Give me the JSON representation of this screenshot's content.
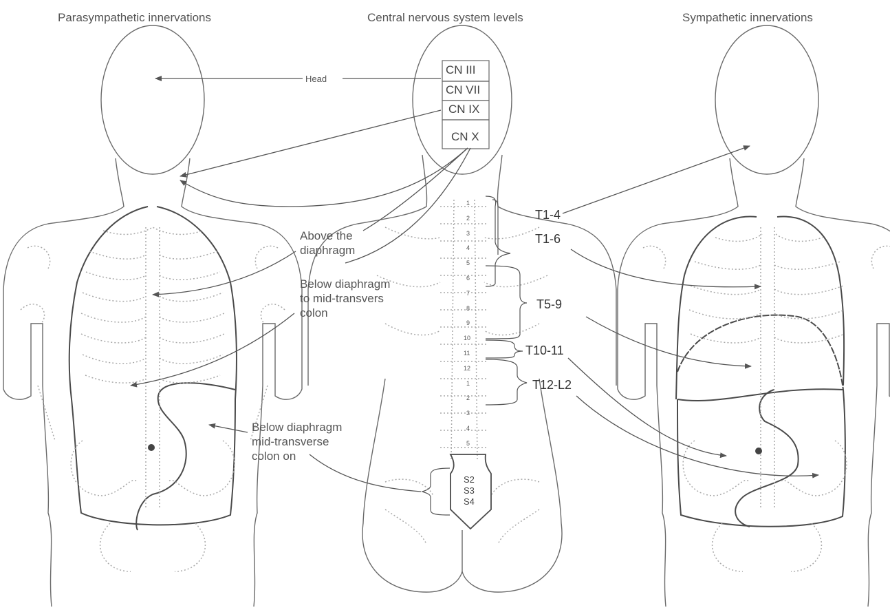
{
  "titles": {
    "left": "Parasympathetic innervations",
    "center": "Central nervous system levels",
    "right": "Sympathetic innervations"
  },
  "cranial_nerves": [
    "CN III",
    "CN VII",
    "CN IX",
    "CN X"
  ],
  "sacral_levels": [
    "S2",
    "S3",
    "S4"
  ],
  "vertebra_numbers": [
    "1",
    "2",
    "3",
    "4",
    "5",
    "6",
    "7",
    "8",
    "9",
    "10",
    "11",
    "12",
    "1",
    "2",
    "3",
    "4",
    "5"
  ],
  "parasympathetic_labels": {
    "head": "Head",
    "above_diaphragm": "Above the\ndiaphragm",
    "below_to_mid": "Below diaphragm\nto mid-transvers\ncolon",
    "below_mid_on": "Below diaphragm\nmid-transverse\ncolon on"
  },
  "sympathetic_labels": {
    "t1_4": "T1-4",
    "t1_6": "T1-6",
    "t5_9": "T5-9",
    "t10_11": "T10-11",
    "t12_l2": "T12-L2"
  },
  "colors": {
    "outline": "#5a5a5a",
    "dotted": "#a9a9a9",
    "arrow": "#555555"
  }
}
